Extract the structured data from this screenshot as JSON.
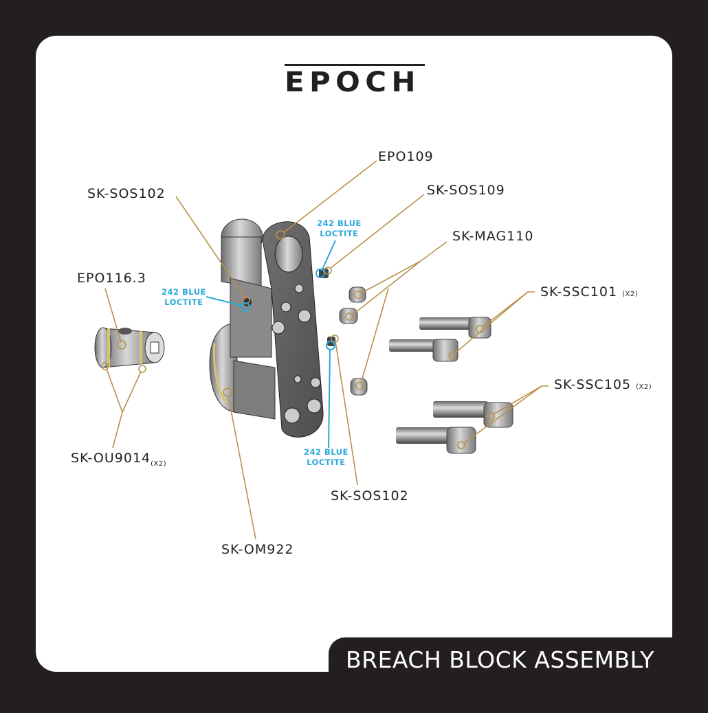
{
  "brand": {
    "logo_text": "EPOCH"
  },
  "title": "BREACH BLOCK ASSEMBLY",
  "labels": {
    "ep0109": "EPO109",
    "sk_sos102_top": "SK-SOS102",
    "sk_sos109": "SK-SOS109",
    "sk_mag110": "SK-MAG110",
    "sk_ssc101": "SK-SSC101",
    "sk_ssc101_qty": "(X2)",
    "sk_ssc105": "SK-SSC105",
    "sk_ssc105_qty": "(X2)",
    "ep0116_3": "EPO116.3",
    "sk_ou9014": "SK-OU9014",
    "sk_ou9014_qty": "(X2)",
    "sk_om922": "SK-OM922",
    "sk_sos102_bottom": "SK-SOS102"
  },
  "notes": {
    "loctite_top": {
      "line1": "242 BLUE",
      "line2": "LOCTITE"
    },
    "loctite_left": {
      "line1": "242 BLUE",
      "line2": "LOCTITE"
    },
    "loctite_bottom": {
      "line1": "242 BLUE",
      "line2": "LOCTITE"
    }
  },
  "colors": {
    "leader": "#b8914a",
    "loctite": "#29a8dc",
    "background": "#231f20"
  }
}
